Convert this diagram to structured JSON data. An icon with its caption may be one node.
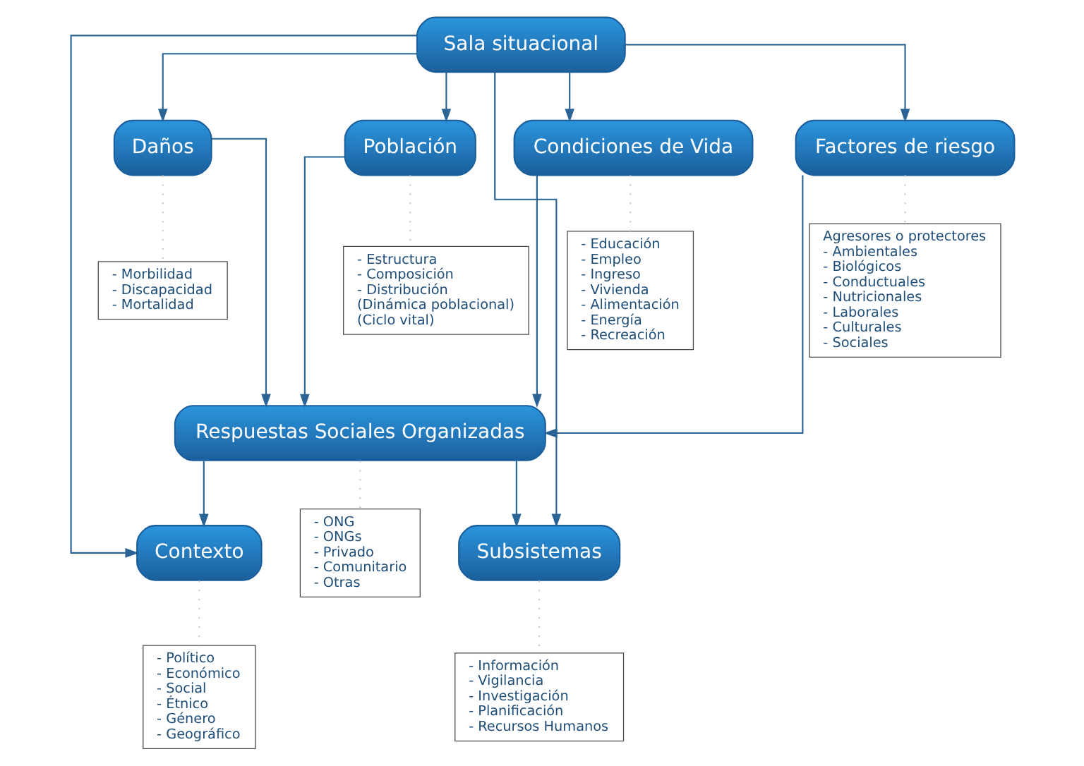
{
  "diagram": {
    "nodes": [
      {
        "text": [
          "Sala situacional"
        ]
      },
      {
        "text": [
          "Población"
        ]
      },
      {
        "text": [
          "Condiciones de Vida"
        ]
      },
      {
        "text": [
          "Factores de riesgo"
        ]
      },
      {
        "text": [
          "Daños"
        ]
      },
      {
        "text": [
          "Respuestas Sociales Organizadas"
        ]
      },
      {
        "text": [
          "Contexto"
        ]
      },
      {
        "text": [
          "Subsistemas"
        ]
      },
      {
        "text": [
          "- Estructura",
          "- Composición",
          "- Distribución",
          "(Dinámica poblacional)",
          "(Ciclo vital)"
        ]
      },
      {
        "text": [
          "- Educación",
          "- Empleo",
          "- Ingreso",
          "- Vivienda",
          "- Alimentación",
          "- Energía",
          "- Recreación"
        ]
      },
      {
        "text": [
          "Agresores o protectores",
          "- Ambientales",
          "- Biológicos",
          "- Conductuales",
          "- Nutricionales",
          "- Laborales",
          "- Culturales",
          "- Sociales"
        ]
      },
      {
        "text": [
          "- Morbilidad",
          "- Discapacidad",
          "- Mortalidad"
        ]
      },
      {
        "text": [
          "- ONG",
          "- ONGs",
          "- Privado",
          "- Comunitario",
          "- Otras"
        ]
      },
      {
        "text": [
          "- Político",
          "- Económico",
          "- Social",
          "- Étnico",
          "- Género",
          "- Geográfico"
        ]
      },
      {
        "text": [
          "- Información",
          "- Vigilancia",
          "- Investigación",
          "- Planificación",
          "- Recursos Humanos"
        ]
      }
    ],
    "edges": [
      {
        "from": 0,
        "to": 1,
        "arrow": "to"
      },
      {
        "from": 0,
        "to": 2,
        "arrow": "to"
      },
      {
        "from": 0,
        "to": 3,
        "arrow": "to"
      },
      {
        "from": 0,
        "to": 4,
        "arrow": "to"
      },
      {
        "from": 0,
        "to": 6,
        "arrow": "to"
      },
      {
        "from": 0,
        "to": 7,
        "arrow": "to"
      },
      {
        "from": 1,
        "to": 5,
        "arrow": "to"
      },
      {
        "from": 2,
        "to": 5,
        "arrow": "to"
      },
      {
        "from": 3,
        "to": 5,
        "arrow": "to"
      },
      {
        "from": 4,
        "to": 5,
        "arrow": "to"
      },
      {
        "from": 5,
        "to": 6,
        "arrow": "to"
      },
      {
        "from": 5,
        "to": 7,
        "arrow": "to"
      },
      {
        "from": 1,
        "to": 8,
        "arrow": "none",
        "style": "dashed",
        "color": "#c8c8c8"
      },
      {
        "from": 2,
        "to": 9,
        "arrow": "none",
        "style": "dashed",
        "color": "#c8c8c8"
      },
      {
        "from": 3,
        "to": 10,
        "arrow": "none",
        "style": "dashed",
        "color": "#c8c8c8"
      },
      {
        "from": 4,
        "to": 11,
        "arrow": "none",
        "style": "dashed",
        "color": "#c8c8c8"
      },
      {
        "from": 5,
        "to": 12,
        "arrow": "none",
        "style": "dashed",
        "color": "#c8c8c8"
      },
      {
        "from": 6,
        "to": 13,
        "arrow": "none",
        "style": "dashed",
        "color": "#c8c8c8"
      },
      {
        "from": 7,
        "to": 14,
        "arrow": "none",
        "style": "dashed",
        "color": "#c8c8c8"
      }
    ]
  }
}
